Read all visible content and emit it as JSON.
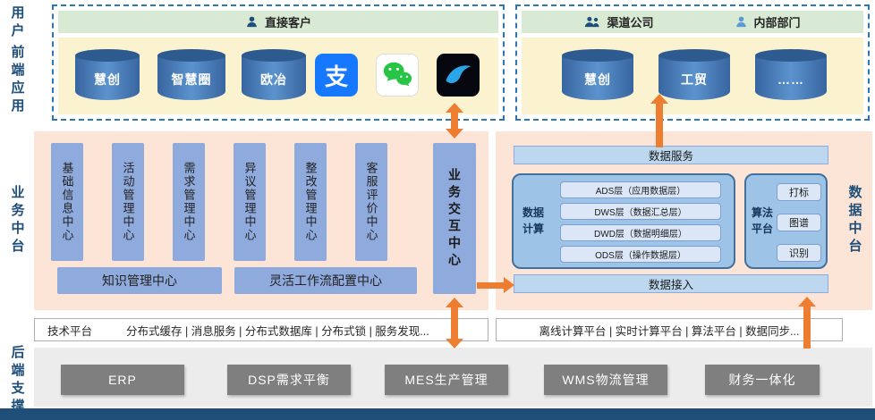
{
  "colors": {
    "arrow_orange": "#ed7d31",
    "panel_pink": "#fce4d6",
    "header_green": "#d8e9d4",
    "apps_yellow": "#fbf2d0",
    "box_blue": "#8faadc",
    "bar_light_blue": "#bdd7ee",
    "frame_blue": "#9dc3e6",
    "cylinder_blue": "#38659f",
    "label_navy": "#1f4e79",
    "system_gray": "#7f7f7f",
    "bottom_bar_navy": "#1f4e79"
  },
  "side_labels": {
    "user": "用户",
    "frontend": "前端应用",
    "business_mid": "业务中台",
    "backend": "后端支撑",
    "data_mid": "数据中台"
  },
  "frontend": {
    "direct": {
      "title": "直接客户",
      "cylinders": [
        "慧创",
        "智慧圈",
        "欧冶"
      ],
      "alipay_glyph": "支"
    },
    "channel": {
      "title_channel": "渠道公司",
      "title_internal": "内部部门",
      "cylinders": [
        "慧创",
        "工贸",
        "……"
      ]
    }
  },
  "business": {
    "centers": [
      "基础信息中心",
      "活动管理中心",
      "需求管理中心",
      "异议管理中心",
      "整改管理中心",
      "客服评价中心"
    ],
    "knowledge": "知识管理中心",
    "workflow": "灵活工作流配置中心",
    "interaction": "业务交互中心"
  },
  "data_mid": {
    "service": "数据服务",
    "compute": "数据计算",
    "layers": [
      "ADS层（应用数据层）",
      "DWS层（数据汇总层）",
      "DWD层（数据明细层）",
      "ODS层（操作数据层）"
    ],
    "algo": "算法平台",
    "algo_items": [
      "打标",
      "图谱",
      "识别"
    ],
    "access": "数据接入"
  },
  "tech": {
    "left_title": "技术平台",
    "left_items": "分布式缓存 | 消息服务 | 分布式数据库 | 分布式锁 | 服务发现...",
    "right_items": "离线计算平台 | 实时计算平台 | 算法平台 | 数据同步..."
  },
  "backend_systems": [
    "ERP",
    "DSP需求平衡",
    "MES生产管理",
    "WMS物流管理",
    "财务一体化"
  ]
}
